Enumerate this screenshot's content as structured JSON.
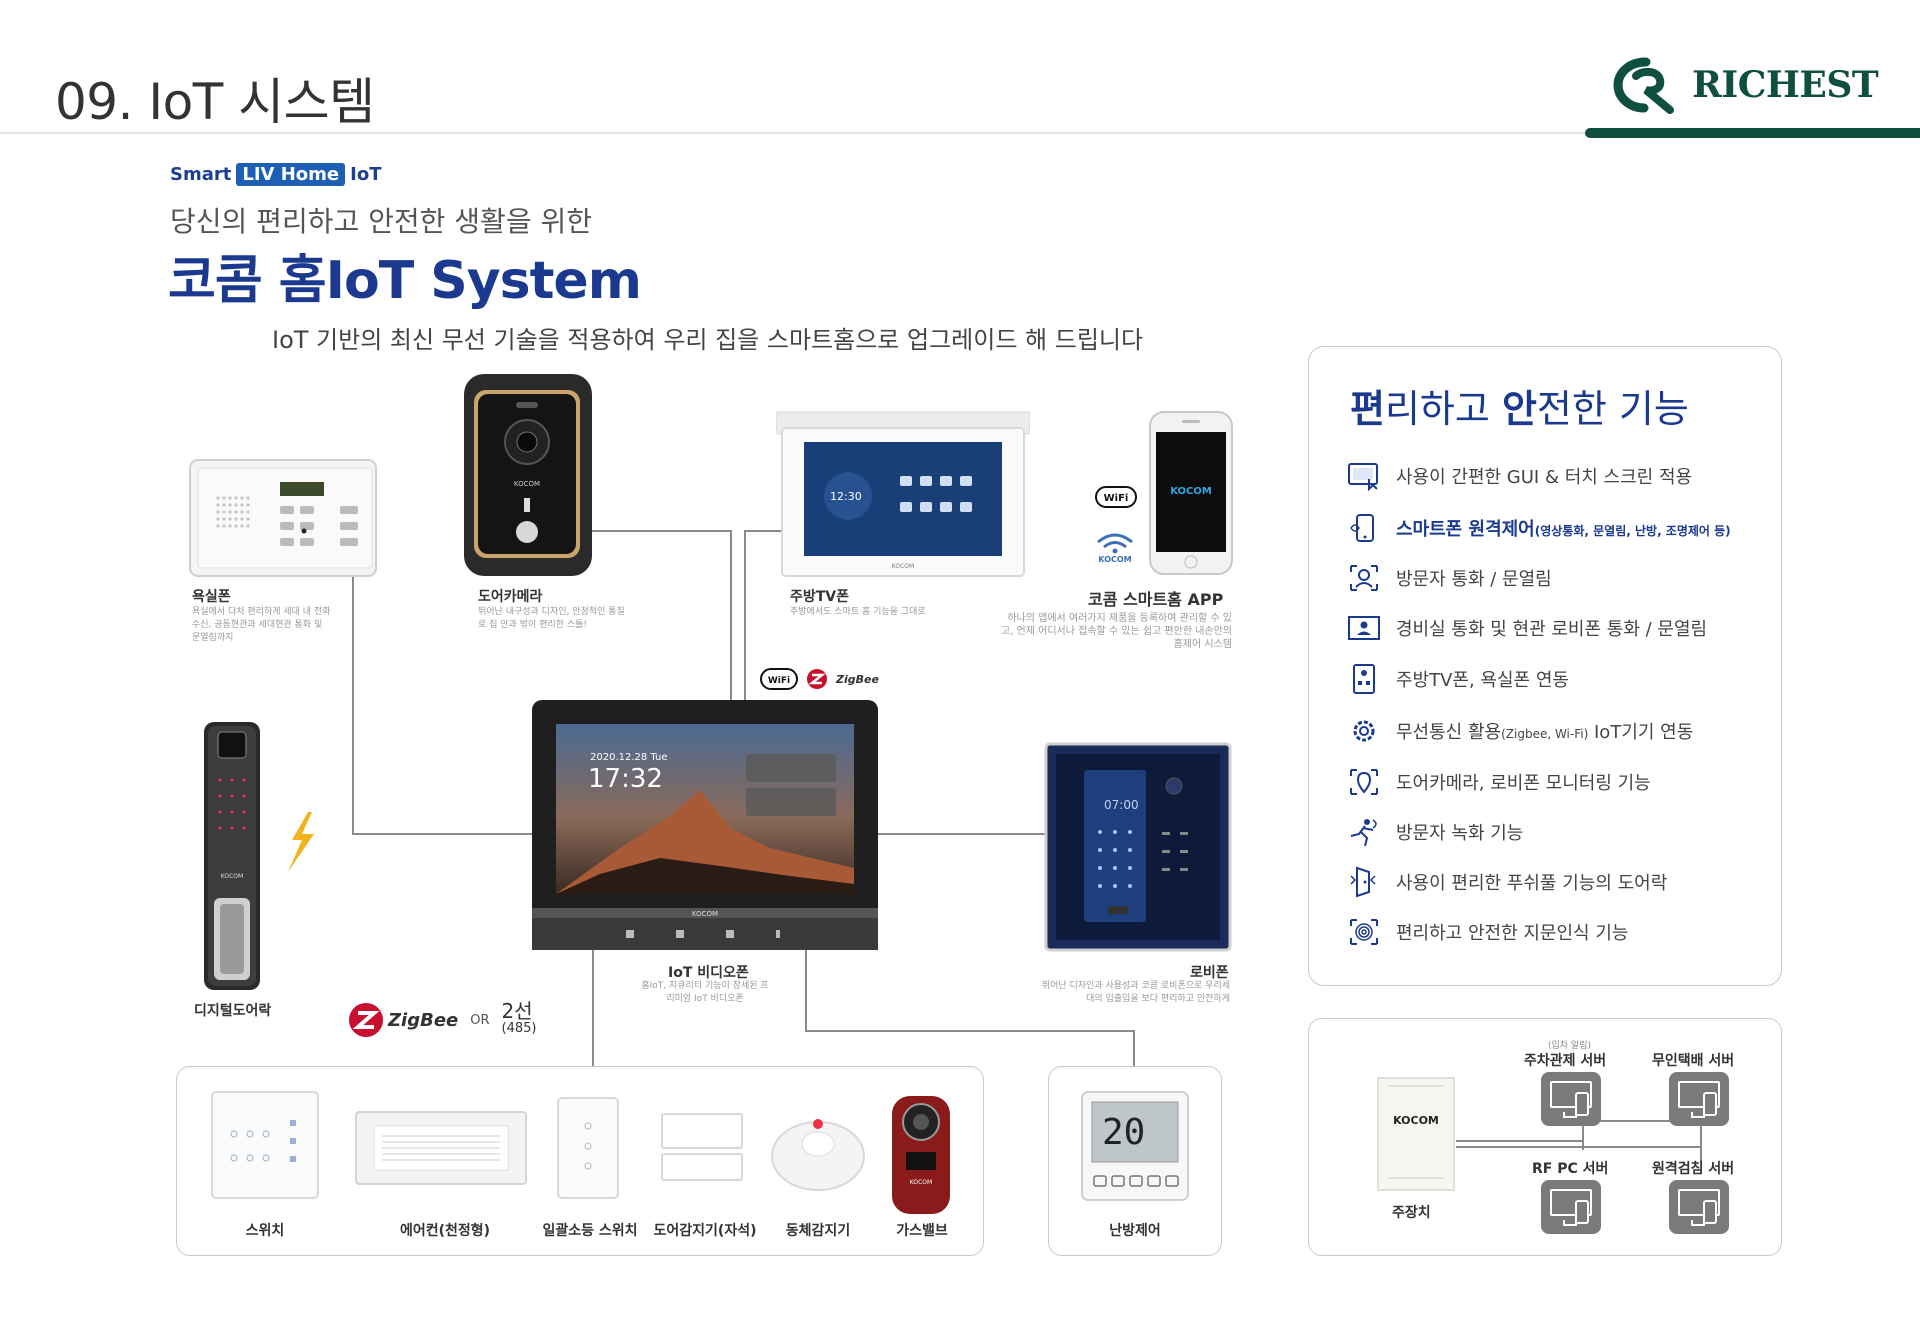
{
  "header": {
    "title": "09. IoT 시스템",
    "brand": "RICHEST"
  },
  "intro": {
    "badge_smart": "Smart",
    "badge_liv": "LIV Home",
    "badge_iot": "IoT",
    "subtitle": "당신의 편리하고 안전한 생활을 위한",
    "title": "코콤 홈IoT System",
    "description": "IoT 기반의 최신 무선 기술을 적용하여 우리 집을 스마트홈으로 업그레이드 해 드립니다"
  },
  "products": {
    "bathroom": {
      "name": "욕실폰",
      "desc": "욕실에서 다처 편리하게 세대 내 전화 수신, 공동현관과 세대현관 통화 및 문열림까지"
    },
    "door_camera": {
      "name": "도어카메라",
      "desc": "뛰어난 내구성과 디자인, 안정적인 통질로 집 안과 밖이 편리한 스틀!"
    },
    "kitchen_tv": {
      "name": "주방TV폰",
      "desc": "주방에서도 스마트 홈 기능을 그대로"
    },
    "app": {
      "name": "코콤 스마트홈 APP",
      "desc": "하나의 앱에서 여러가지 제품을 등록하여 관리할 수 있고, 언제 어디서나 접속할 수 있는 쉽고 편안한 내손안의 홈제어 시스템"
    },
    "digital_lock": {
      "name": "디지털도어락"
    },
    "video_phone": {
      "name": "IoT 비디오폰",
      "desc": "홈IoT, 지큐리티 기능이 장세된 프리미엄 IoT 비디오폰",
      "date": "2020.12.28 Tue",
      "time": "17:32"
    },
    "lobby_phone": {
      "name": "로비폰",
      "desc": "뛰어난 디자인과 사용성과 코콤 로비폰으로 우리세대의 입출입을 보다 편리하고 안전하게",
      "time": "07:00"
    },
    "kitchen_screen_time": "12:30"
  },
  "protocol": {
    "zigbee": "ZigBee",
    "or": "OR",
    "wired": "2선",
    "wired_sub": "(485)"
  },
  "wireless_badges": {
    "wifi": "Wi Fi",
    "zigbee": "ZigBee"
  },
  "bottom_devices": {
    "switch": "스위치",
    "aircon": "에어컨(천정형)",
    "bulk_switch": "일괄소등 스위치",
    "door_sensor": "도어감지기(자석)",
    "motion_sensor": "동체감지기",
    "gas_valve": "가스밸브",
    "heating": "난방제어",
    "heating_temp": "20"
  },
  "servers": {
    "main_unit": "주장치",
    "parking_note": "(입차 알림)",
    "parking": "주차관제 서버",
    "delivery": "무인택배 서버",
    "rfpc": "RF PC 서버",
    "meter": "원격검침 서버",
    "kocom_brand": "KOCOM"
  },
  "features": {
    "title_b1": "편",
    "title_r1": "리하고 ",
    "title_b2": "안",
    "title_r2": "전한 기능",
    "items": [
      {
        "text": "사용이 간편한 GUI & 터치 스크린 적용",
        "icon": "touchscreen-icon"
      },
      {
        "text": "스마트폰 원격제어",
        "sub": "(영상통화, 문열림, 난방, 조명제어 등)",
        "icon": "smartphone-remote-icon"
      },
      {
        "text": "방문자 통화 / 문열림",
        "icon": "visitor-call-icon"
      },
      {
        "text": "경비실 통화 및 현관 로비폰 통화 / 문열림",
        "icon": "guard-call-icon"
      },
      {
        "text": "주방TV폰, 욕실폰 연동",
        "icon": "kitchen-link-icon"
      },
      {
        "text": "무선통신 활용",
        "sub": "(Zigbee, Wi-Fi)",
        "text2": " IoT기기 연동",
        "icon": "wireless-gear-icon"
      },
      {
        "text": "도어카메라, 로비폰 모니터링 기능",
        "icon": "monitoring-icon"
      },
      {
        "text": "방문자 녹화 기능",
        "icon": "visitor-record-icon"
      },
      {
        "text": "사용이 편리한 푸쉬풀 기능의 도어락",
        "icon": "pushpull-lock-icon"
      },
      {
        "text": "편리하고 안전한 지문인식 기능",
        "icon": "fingerprint-icon"
      }
    ]
  },
  "colors": {
    "brand_green": "#0e4f40",
    "title_blue": "#1b3a8f",
    "zigbee_red": "#c8102e"
  }
}
